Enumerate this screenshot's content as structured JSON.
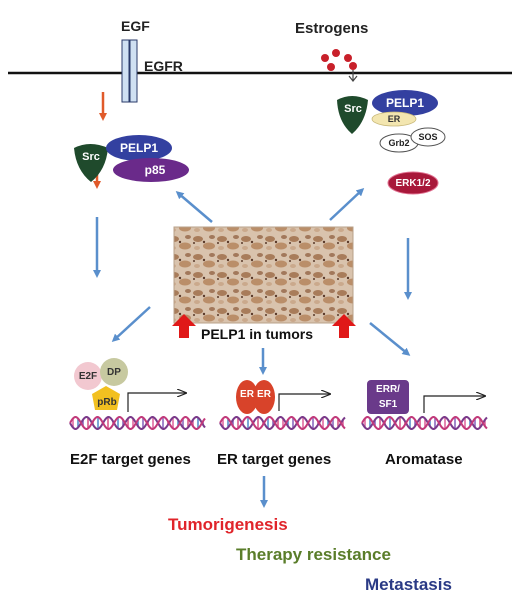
{
  "top": {
    "egf": "EGF",
    "egfr": "EGFR",
    "estrogens": "Estrogens"
  },
  "left_complex": {
    "src": "Src",
    "pelp1": "PELP1",
    "p85": "p85"
  },
  "right_complex": {
    "src": "Src",
    "pelp1": "PELP1",
    "er": "ER",
    "grb2": "Grb2",
    "sos": "SOS",
    "erk": "ERK1/2"
  },
  "center": {
    "label": "PELP1 in  tumors"
  },
  "e2f_complex": {
    "e2f": "E2F",
    "dp": "DP",
    "prb": "pRb"
  },
  "er_complex": {
    "er1": "ER",
    "er2": "ER"
  },
  "err_complex": {
    "line1": "ERR/",
    "line2": "SF1"
  },
  "genes": {
    "e2f": "E2F target genes",
    "er": "ER target genes",
    "aromatase": "Aromatase"
  },
  "outcomes": [
    {
      "label": "Tumorigenesis",
      "color": "#e0242a"
    },
    {
      "label": "Therapy resistance",
      "color": "#5a7d2a"
    },
    {
      "label": "Metastasis",
      "color": "#2a3a85"
    }
  ],
  "colors": {
    "src_green": "#1f4a2c",
    "pelp1_blue": "#3340a0",
    "p85_purple": "#6a2a8a",
    "erk_red": "#a8183a",
    "er_red": "#d8432a",
    "err_purple": "#6a3a8a",
    "arrow_blue": "#5a8fcc",
    "arrow_orange": "#e05a2a",
    "arrow_red": "#e01818",
    "membrane": "#111111"
  }
}
